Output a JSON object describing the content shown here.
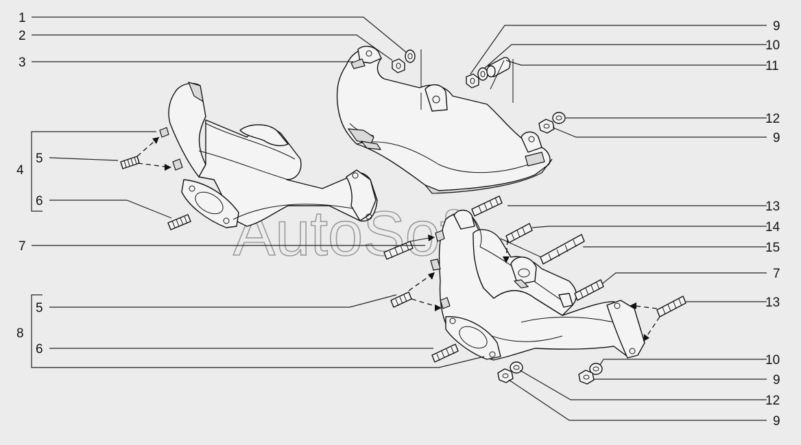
{
  "watermark": "AutoSoft",
  "callouts": [
    {
      "id": "c-left-1",
      "text": "1"
    },
    {
      "id": "c-left-2",
      "text": "2"
    },
    {
      "id": "c-left-3",
      "text": "3"
    },
    {
      "id": "c-left-4",
      "text": "4"
    },
    {
      "id": "c-left-5a",
      "text": "5"
    },
    {
      "id": "c-left-6a",
      "text": "6"
    },
    {
      "id": "c-left-7",
      "text": "7"
    },
    {
      "id": "c-left-8",
      "text": "8"
    },
    {
      "id": "c-left-5b",
      "text": "5"
    },
    {
      "id": "c-left-6b",
      "text": "6"
    },
    {
      "id": "c-right-9a",
      "text": "9"
    },
    {
      "id": "c-right-10a",
      "text": "10"
    },
    {
      "id": "c-right-11",
      "text": "11"
    },
    {
      "id": "c-right-12a",
      "text": "12"
    },
    {
      "id": "c-right-9b",
      "text": "9"
    },
    {
      "id": "c-right-13a",
      "text": "13"
    },
    {
      "id": "c-right-14",
      "text": "14"
    },
    {
      "id": "c-right-15",
      "text": "15"
    },
    {
      "id": "c-right-7",
      "text": "7"
    },
    {
      "id": "c-right-13b",
      "text": "13"
    },
    {
      "id": "c-right-10b",
      "text": "10"
    },
    {
      "id": "c-right-9c",
      "text": "9"
    },
    {
      "id": "c-right-12b",
      "text": "12"
    },
    {
      "id": "c-right-9d",
      "text": "9"
    }
  ]
}
